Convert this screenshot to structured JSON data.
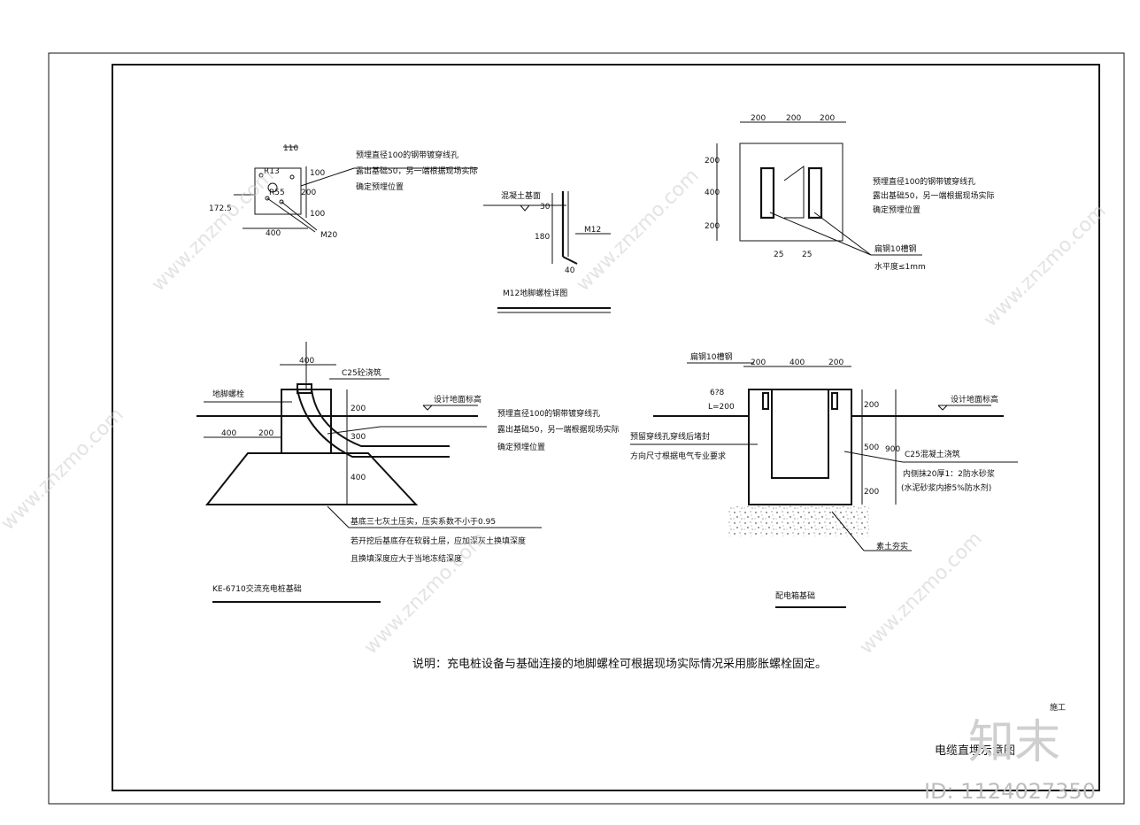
{
  "watermark": {
    "brand_cn": "知末",
    "site": "www.znzmo.com",
    "id_label": "ID: 1124027350"
  },
  "colors": {
    "line": "#111111",
    "watermark": "#cccccc",
    "background": "#ffffff"
  },
  "title_block": {
    "title": "电缆直埋示意图",
    "stage": "施工"
  },
  "note": "说明：充电桩设备与基础连接的地脚螺栓可根据现场实际情况采用膨胀螺栓固定。",
  "plan_view": {
    "dim_top": "110",
    "r13": "R13",
    "r55": "R55",
    "dim_100a": "100",
    "dim_200": "200",
    "dim_100b": "100",
    "dim_left": "172.5",
    "dim_bottom": "400",
    "bolt": "M20",
    "callout": [
      "预埋直径100的钢带镀穿线孔",
      "露出基础50，另一端根据现场实际",
      "确定预埋位置"
    ]
  },
  "bolt_detail": {
    "surface_label": "混凝土基面",
    "dim_30": "30",
    "dim_180": "180",
    "dim_40": "40",
    "bolt": "M12",
    "title": "M12地脚螺栓详图"
  },
  "box_plan": {
    "dims_top": [
      "200",
      "200",
      "200"
    ],
    "dims_left": [
      "200",
      "400",
      "200"
    ],
    "dims_bottom": [
      "25",
      "25"
    ],
    "callout": [
      "预埋直径100的钢带镀穿线孔",
      "露出基础50，另一端根据现场实际",
      "确定预埋位置"
    ],
    "steel": "扁钢10槽钢",
    "level": "水平度≤1mm"
  },
  "charger_section": {
    "dim_top": "400",
    "concrete": "C25砼浇筑",
    "anchor_label": "地脚螺栓",
    "ground_label": "设计地面标高",
    "dim_200": "200",
    "dim_300": "300",
    "dim_400": "400",
    "dim_left_400": "400",
    "dim_left_200": "200",
    "callout": [
      "预埋直径100的钢带镀穿线孔",
      "露出基础50，另一端根据现场实际",
      "确定预埋位置"
    ],
    "notes": [
      "基底三七灰土压实，压实系数不小于0.95",
      "若开挖后基底存在软弱土层，应加深灰土换填深度",
      "且换填深度应大于当地冻结深度"
    ],
    "title": "KE-6710交流充电桩基础"
  },
  "box_section": {
    "steel": "扁钢10槽钢",
    "dims_top": [
      "200",
      "400",
      "200"
    ],
    "rebar": "6?8",
    "rebar_len": "L=200",
    "ground_label": "设计地面标高",
    "pipe_note": [
      "预留穿线孔穿线后堵封",
      "方向尺寸根据电气专业要求"
    ],
    "dims_right_inner": [
      "200",
      "500",
      "200"
    ],
    "dim_total": "900",
    "concrete": "C25混凝土浇筑",
    "inner_finish": "内侧抹20厚1：2防水砂浆",
    "finish_note": "(水泥砂浆内掺5%防水剂)",
    "soil": "素土夯实",
    "title": "配电箱基础"
  }
}
